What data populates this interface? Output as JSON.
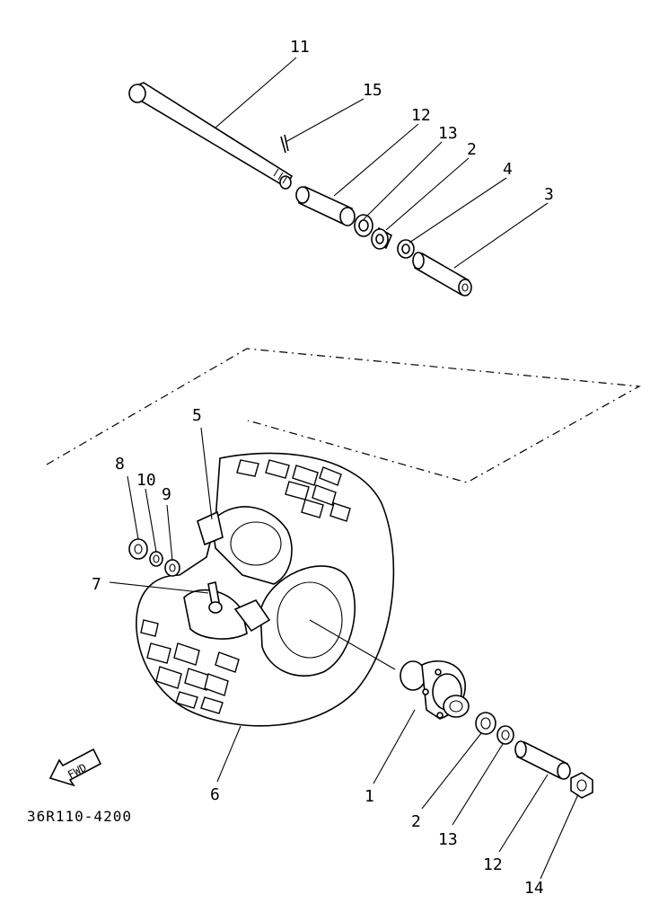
{
  "diagram": {
    "catalog_code": "36R110-4200",
    "fwd_label": "FWD",
    "callouts": {
      "axle": "11",
      "cotter_pin": "15",
      "collar_upper": "12",
      "seal_upper": "13",
      "bearing_upper": "2",
      "spacer_flange": "4",
      "spacer": "3",
      "tire": "5",
      "nut": "8",
      "lock_washer": "10",
      "plain_washer": "9",
      "valve": "7",
      "wheel": "6",
      "hub": "1",
      "bearing_lower": "2",
      "seal_lower": "13",
      "collar_lower": "12",
      "axle_nut": "14"
    }
  }
}
